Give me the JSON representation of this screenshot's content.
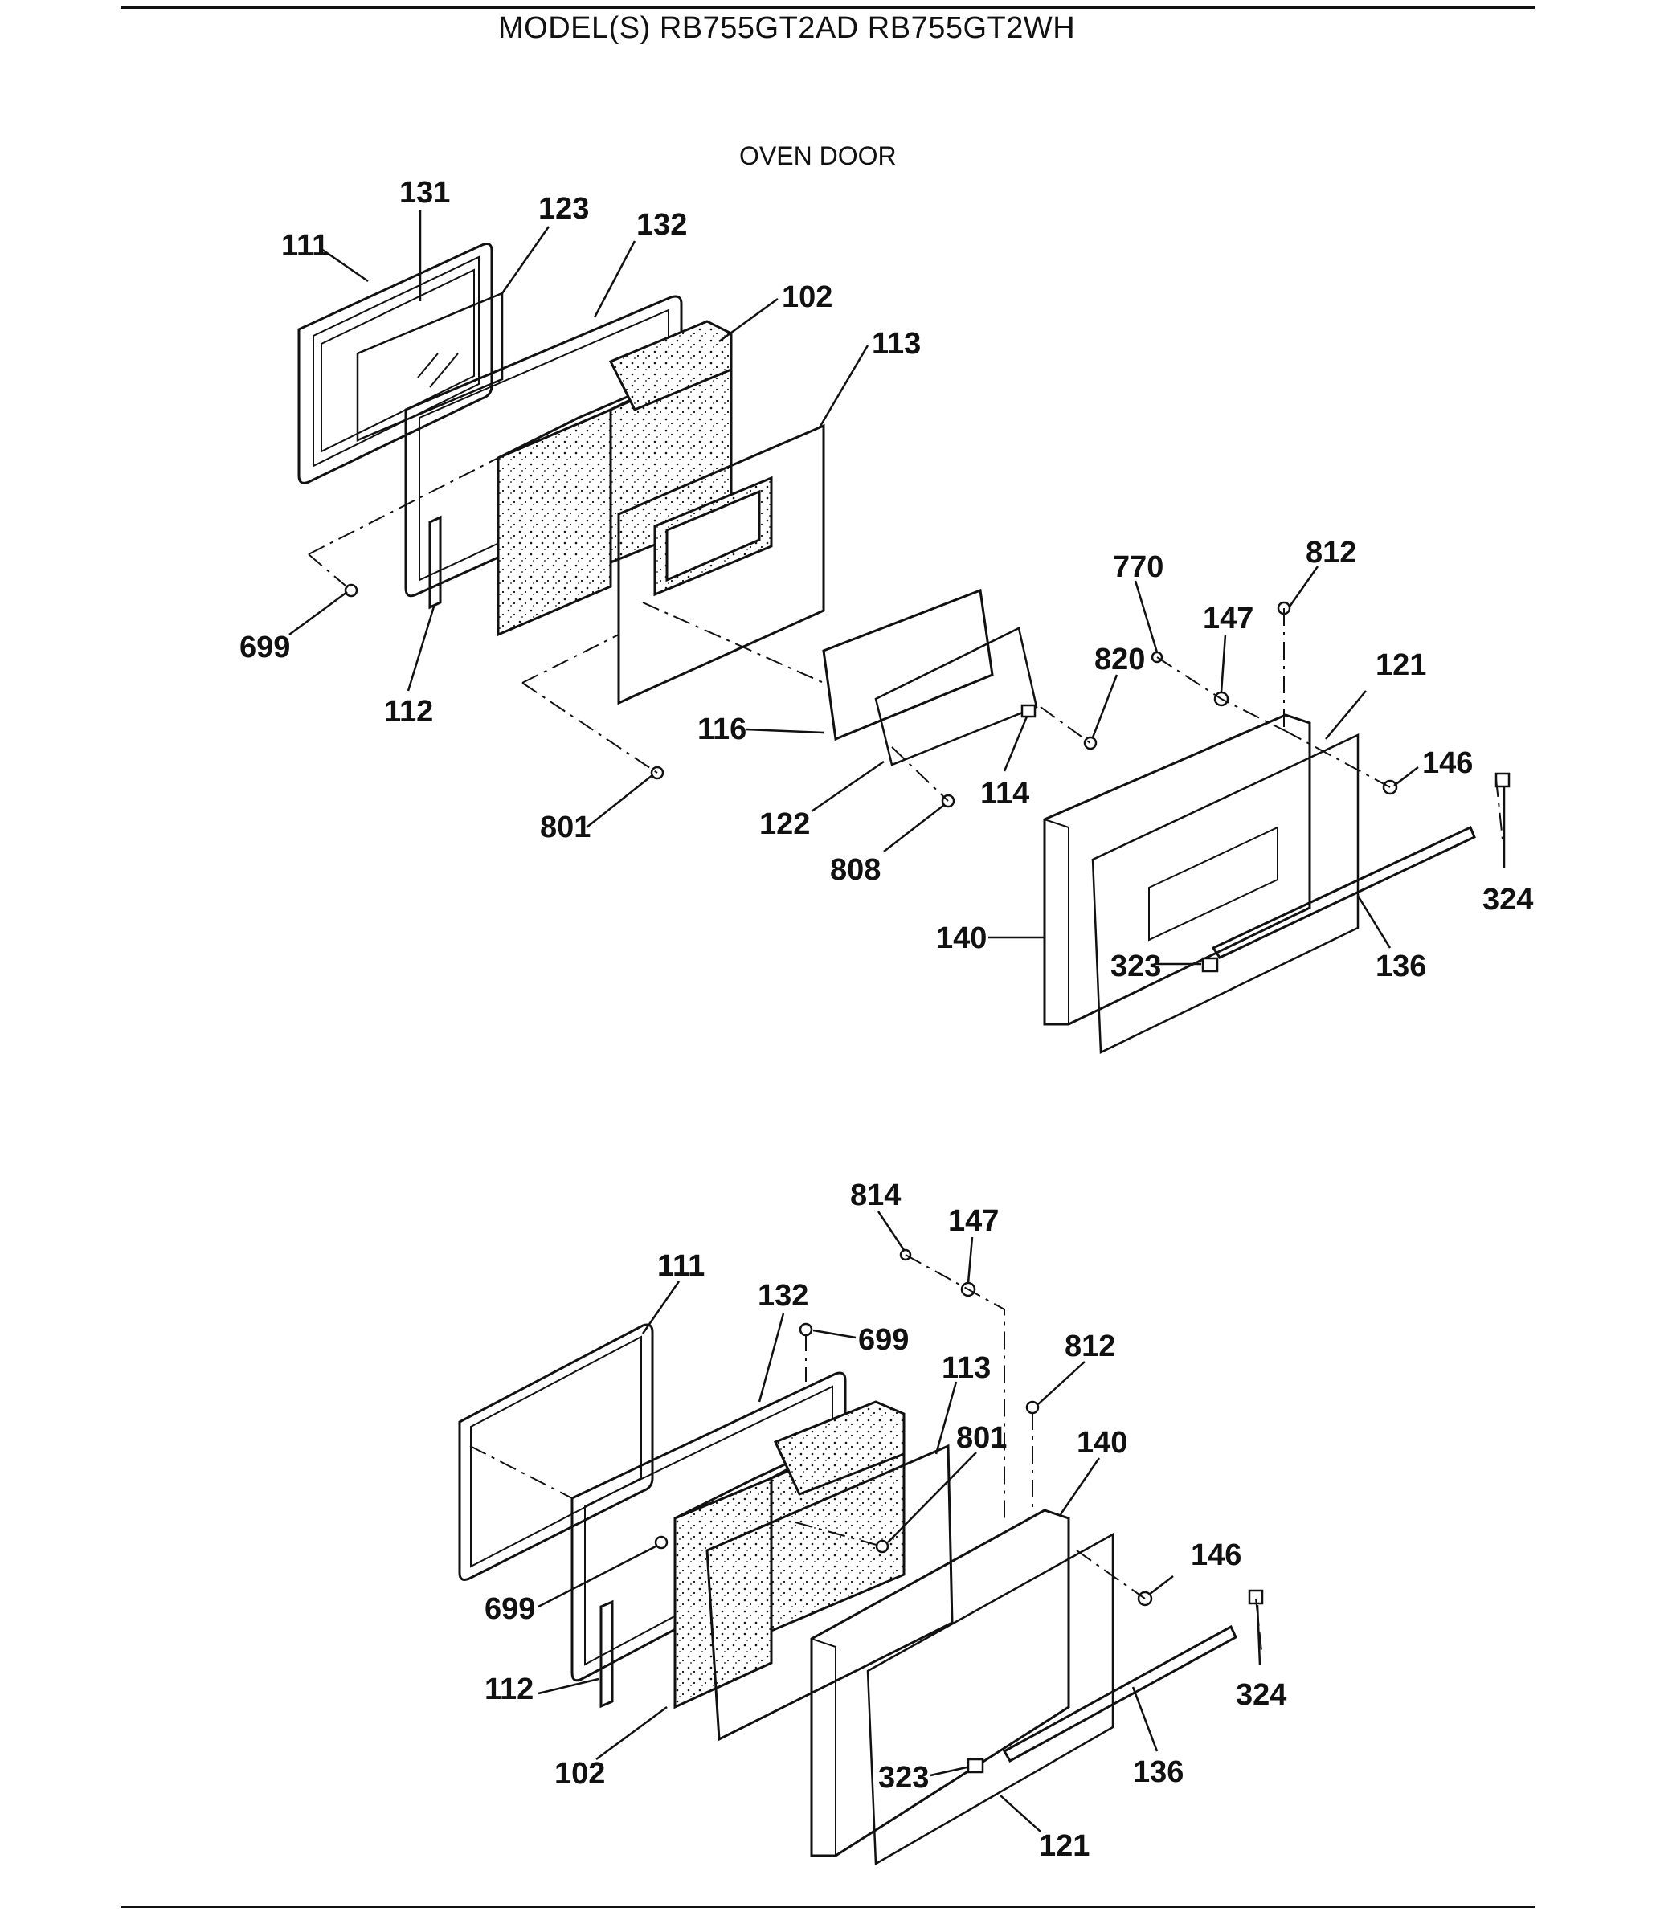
{
  "header": {
    "model_title": "MODEL(S) RB755GT2AD  RB755GT2WH",
    "section_title": "OVEN DOOR"
  },
  "upper_diagram": {
    "callouts": [
      "131",
      "123",
      "132",
      "111",
      "102",
      "113",
      "699",
      "112",
      "770",
      "812",
      "147",
      "820",
      "121",
      "116",
      "146",
      "801",
      "122",
      "114",
      "808",
      "324",
      "140",
      "323",
      "136"
    ]
  },
  "lower_diagram": {
    "callouts": [
      "814",
      "147",
      "111",
      "132",
      "699",
      "812",
      "113",
      "140",
      "801",
      "146",
      "699",
      "324",
      "112",
      "102",
      "323",
      "136",
      "121"
    ]
  }
}
